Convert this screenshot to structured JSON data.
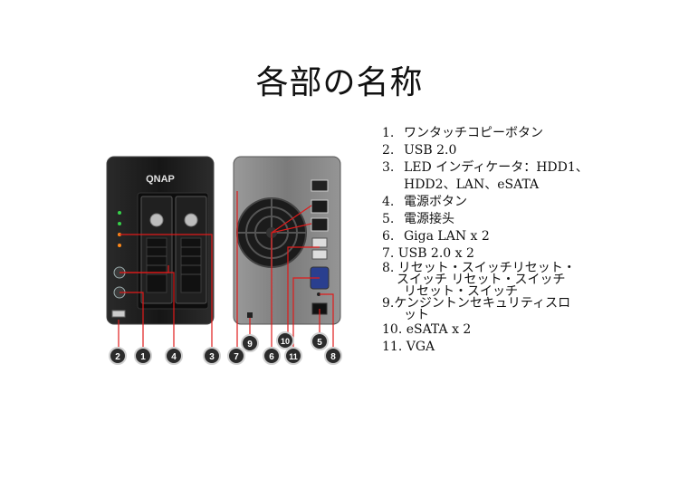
{
  "slide": {
    "title": "各部の名称"
  },
  "device": {
    "brand": "QNAP",
    "callouts": [
      "2",
      "1",
      "4",
      "3",
      "7",
      "9",
      "6",
      "10",
      "11",
      "5",
      "8"
    ],
    "colors": {
      "callout_fill": "#2b2b2b",
      "callout_ring": "#cfcfcf",
      "leader_line": "#e01a1a",
      "case_front": "#1a1a1a",
      "case_back": "#8c8c8c",
      "led_green": "#37d24a",
      "led_orange": "#ff8a1a"
    }
  },
  "parts": [
    {
      "num": "1.",
      "text": "ワンタッチコピーボタン"
    },
    {
      "num": "2.",
      "text": "USB 2.0"
    },
    {
      "num": "3.",
      "text": "LED インディケータ：HDD1、",
      "text2": "HDD2、LAN、eSATA"
    },
    {
      "num": "4.",
      "text": "電源ボタン"
    },
    {
      "num": "5.",
      "text": "電源接头"
    },
    {
      "num": "6.",
      "text": "Giga LAN x 2"
    },
    {
      "text": "7. USB 2.0 x 2"
    },
    {
      "text": "8. リセット・スイッチリセット・",
      "text2": "スイッチ リセット・スイッチ",
      "text3": "リセット・スイッチ"
    },
    {
      "text": "9.ケンジントンセキュリティスロ",
      "text2": "ット"
    },
    {
      "text": "10. eSATA x 2"
    },
    {
      "text": "11. VGA"
    }
  ]
}
